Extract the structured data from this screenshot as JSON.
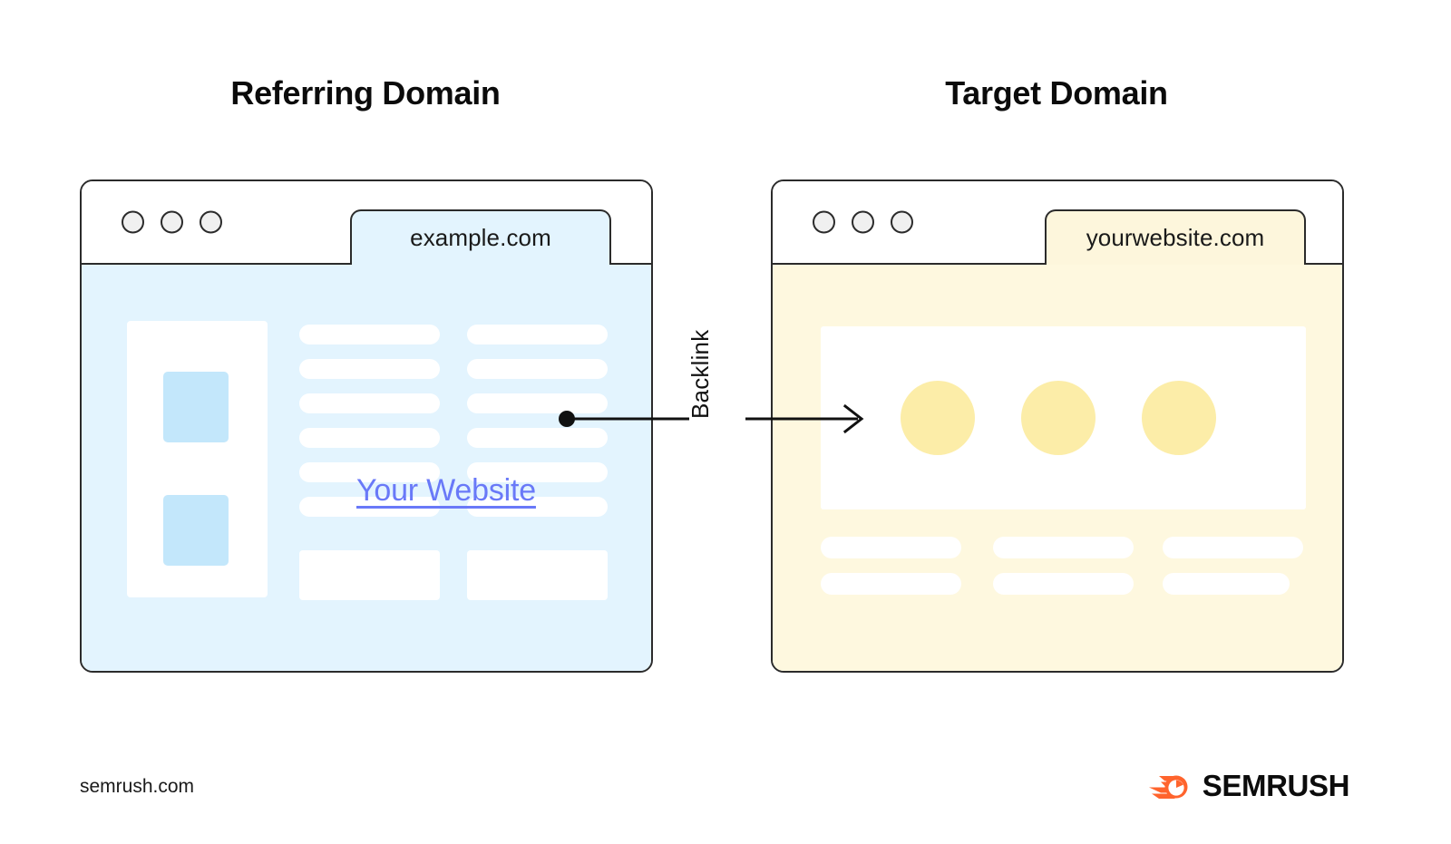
{
  "diagram": {
    "headings": {
      "left": "Referring Domain",
      "right": "Target Domain"
    },
    "connector": {
      "label": "Backlink",
      "direction": "left-to-right",
      "from": "referring-domain-anchor-link",
      "to": "target-domain-page"
    }
  },
  "referring_domain": {
    "tab_label": "example.com",
    "anchor_text": "Your Website",
    "anchor_color": "#6979f8",
    "page_background": "#e3f4fe",
    "accent_block_color": "#c3e7fb",
    "window_dots": [
      "dot-1",
      "dot-2",
      "dot-3"
    ]
  },
  "target_domain": {
    "tab_label": "yourwebsite.com",
    "page_background": "#fef8df",
    "hero_circle_color": "#fceda8",
    "hero_circles": 3,
    "window_dots": [
      "dot-1",
      "dot-2",
      "dot-3"
    ]
  },
  "footer": {
    "url": "semrush.com",
    "brand_name": "SEMRUSH",
    "brand_color": "#ff642d"
  }
}
